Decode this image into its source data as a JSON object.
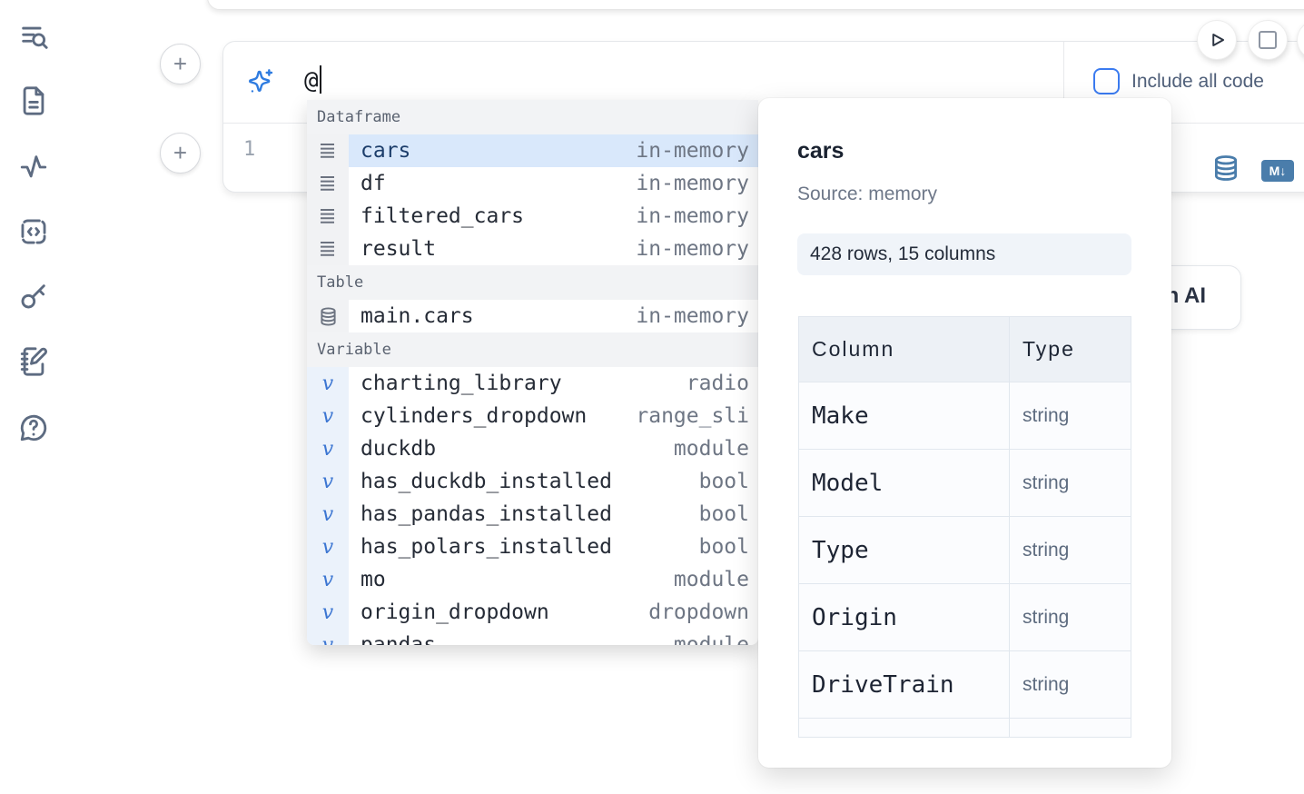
{
  "colors": {
    "accent_blue": "#2f7ce0",
    "checkbox_blue": "#3b7bf0",
    "steel_blue": "#4a7dab",
    "selected_row_bg": "#d9e8fb"
  },
  "sidebar": {
    "icons": [
      {
        "name": "list-search-icon"
      },
      {
        "name": "file-text-icon"
      },
      {
        "name": "activity-icon"
      },
      {
        "name": "code-snippet-icon"
      },
      {
        "name": "key-icon"
      },
      {
        "name": "notebook-pen-icon"
      },
      {
        "name": "help-chat-icon"
      }
    ]
  },
  "cell": {
    "add_cell_above_label": "+",
    "add_cell_below_label": "+",
    "prompt_value": "@",
    "include_all_code_label": "Include all code",
    "include_all_code_checked": false,
    "line_number": "1",
    "markdown_badge_label": "M↓"
  },
  "run_controls": {
    "play_icon": "play-icon",
    "stop_icon": "stop-icon"
  },
  "autocomplete": {
    "sections": [
      {
        "label": "Dataframe",
        "items": [
          {
            "icon": "rows-icon",
            "name": "cars",
            "type": "in-memory",
            "selected": true
          },
          {
            "icon": "rows-icon",
            "name": "df",
            "type": "in-memory"
          },
          {
            "icon": "rows-icon",
            "name": "filtered_cars",
            "type": "in-memory"
          },
          {
            "icon": "rows-icon",
            "name": "result",
            "type": "in-memory"
          }
        ]
      },
      {
        "label": "Table",
        "items": [
          {
            "icon": "database-icon",
            "name": "main.cars",
            "type": "in-memory"
          }
        ]
      },
      {
        "label": "Variable",
        "items": [
          {
            "icon": "variable-icon",
            "name": "charting_library",
            "type": "radio"
          },
          {
            "icon": "variable-icon",
            "name": "cylinders_dropdown",
            "type": "range_sli"
          },
          {
            "icon": "variable-icon",
            "name": "duckdb",
            "type": "module"
          },
          {
            "icon": "variable-icon",
            "name": "has_duckdb_installed",
            "type": "bool"
          },
          {
            "icon": "variable-icon",
            "name": "has_pandas_installed",
            "type": "bool"
          },
          {
            "icon": "variable-icon",
            "name": "has_polars_installed",
            "type": "bool"
          },
          {
            "icon": "variable-icon",
            "name": "mo",
            "type": "module"
          },
          {
            "icon": "variable-icon",
            "name": "origin_dropdown",
            "type": "dropdown"
          },
          {
            "icon": "variable-icon",
            "name": "pandas",
            "type": "module",
            "clipped": true
          }
        ]
      }
    ]
  },
  "preview": {
    "title": "cars",
    "source": "Source: memory",
    "shape_badge": "428 rows, 15 columns",
    "table": {
      "headers": [
        "Column",
        "Type"
      ],
      "rows": [
        {
          "column": "Make",
          "type": "string"
        },
        {
          "column": "Model",
          "type": "string"
        },
        {
          "column": "Type",
          "type": "string"
        },
        {
          "column": "Origin",
          "type": "string"
        },
        {
          "column": "DriveTrain",
          "type": "string"
        },
        {
          "column": "",
          "type": ""
        }
      ]
    }
  },
  "ai_card": {
    "visible_fragment": "h AI"
  }
}
